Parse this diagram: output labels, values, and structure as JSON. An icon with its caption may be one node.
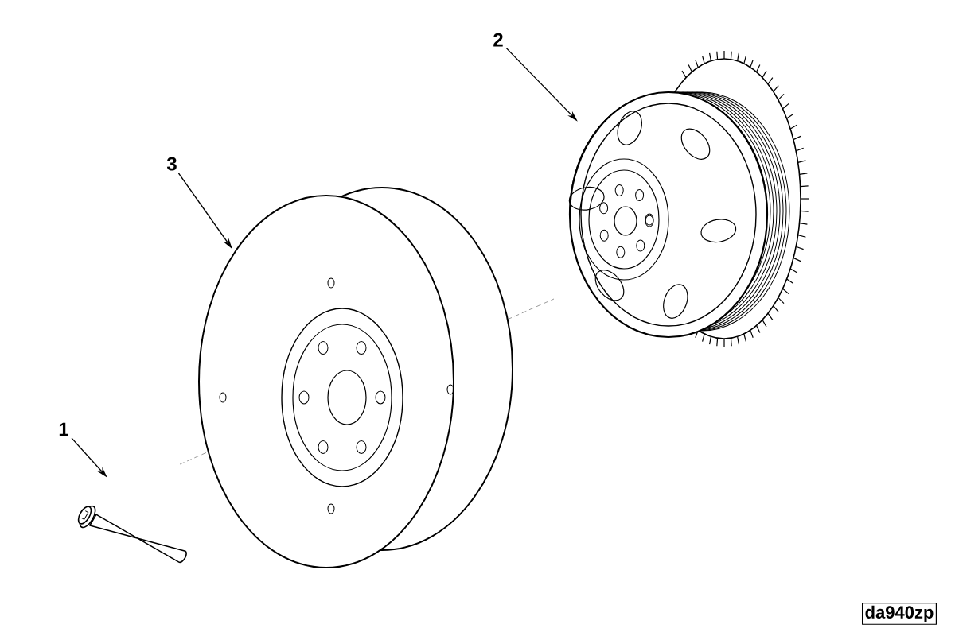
{
  "diagram": {
    "nodes": [
      {
        "text": [
          "1"
        ]
      },
      {
        "text": [
          "2"
        ]
      },
      {
        "text": [
          "3"
        ]
      },
      {
        "text": [],
        "shape": "picture"
      },
      {
        "text": [],
        "shape": "picture"
      },
      {
        "text": [],
        "shape": "picture"
      }
    ],
    "edges": [
      {
        "from": 0,
        "to": 3,
        "arrow": "to"
      },
      {
        "from": 1,
        "to": 5,
        "arrow": "to"
      },
      {
        "from": 2,
        "to": 4,
        "arrow": "to"
      }
    ],
    "labels": [
      "da940zp"
    ]
  }
}
